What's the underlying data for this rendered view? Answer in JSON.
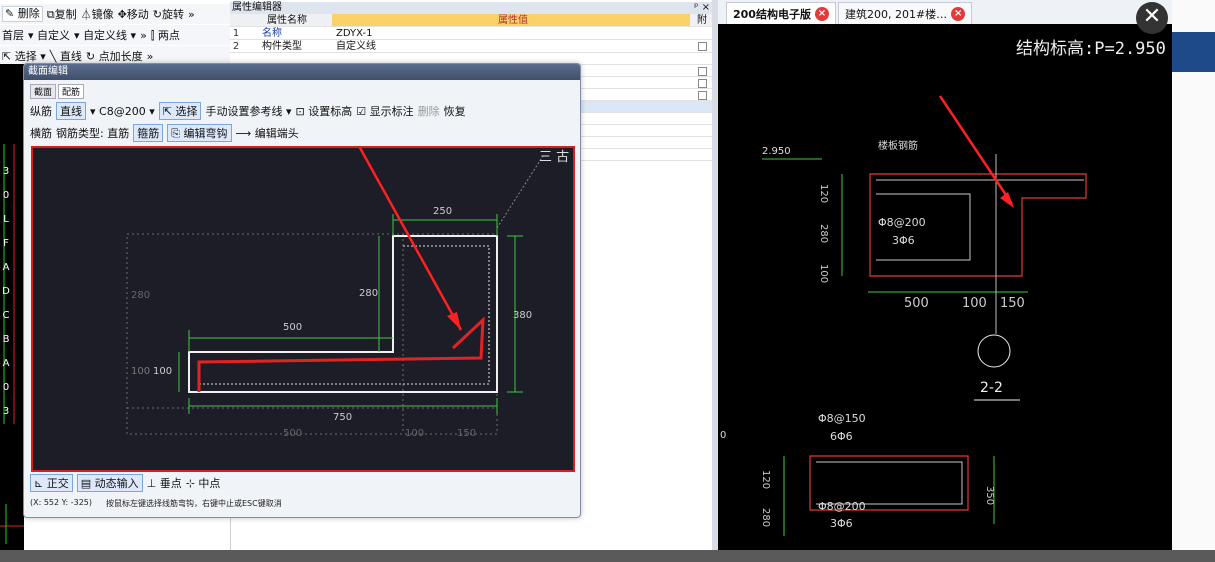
{
  "toolbar1": {
    "delete": "删除",
    "copy": "复制",
    "mirror": "镜像",
    "move": "移动",
    "rotate": "旋转",
    "more": "»"
  },
  "toolbar2": {
    "floor": "首层",
    "custom": "自定义",
    "custom_line": "自定义线",
    "more": "»",
    "two_points": "两点"
  },
  "toolbar3": {
    "select": "选择",
    "line": "直线",
    "point_length": "点加长度",
    "more": "»"
  },
  "prop_editor": {
    "title": "属性编辑器",
    "pin": "ᵖ ×",
    "headers": {
      "name": "属性名称",
      "value": "属性值",
      "extra": "附"
    },
    "rows": [
      {
        "num": "1",
        "name": "名称",
        "value": "ZDYX-1"
      },
      {
        "num": "2",
        "name": "构件类型",
        "value": "自定义线"
      }
    ]
  },
  "dialog": {
    "title": "截面编辑",
    "tabs": [
      "截面",
      "配筋"
    ],
    "row1": {
      "label": "纵筋",
      "line": "直线",
      "spec": "C8@200",
      "select": "选择",
      "ref": "手动设置参考线",
      "set_elev": "设置标高",
      "show_dim": "显示标注",
      "delete": "删除",
      "restore": "恢复"
    },
    "row2": {
      "label": "横筋",
      "type_label": "钢筋类型: 直筋",
      "stirrup": "箍筋",
      "edit_hook": "编辑弯钩",
      "edit_end": "编辑端头"
    },
    "status_buttons": {
      "ortho": "正交",
      "dynamic": "动态输入",
      "perp": "垂点",
      "mid": "中点"
    },
    "coords": "(X: 552 Y: -325)",
    "hint": "按鼠标左键选择线筋弯钩，右键中止或ESC键取消",
    "canvas": {
      "corner_label": "三 古",
      "dims": {
        "top": "250",
        "right": "380",
        "mid_v": "280",
        "mid_h": "500",
        "left": "100",
        "left_inner": "100",
        "bottom": "750",
        "ghost_left": "280",
        "b1": "500",
        "b2": "100",
        "b3": "150"
      }
    }
  },
  "cad_tabs": [
    {
      "label": "200结构电子版"
    },
    {
      "label": "建筑200, 201#楼…"
    }
  ],
  "cad": {
    "title": "结构标高:P=2.950",
    "elev": "2.950",
    "slab": "楼板钢筋",
    "rebar1": "Φ8@200",
    "rebar2": "3Φ6",
    "dim_v": [
      "120",
      "280",
      "100"
    ],
    "dim_h": [
      "500",
      "100",
      "150"
    ],
    "section": "2-2",
    "rebar3": "Φ8@150",
    "rebar4": "6Φ6",
    "dim_v2": [
      "120",
      "280",
      "350"
    ],
    "rebar5": "Φ8@200",
    "rebar6": "3Φ6",
    "left_mark": "0"
  },
  "left_axis": [
    "3",
    "0",
    "L",
    "F",
    "A",
    "D",
    "C",
    "B",
    "A",
    "0",
    "3"
  ],
  "colors": {
    "accent": "#d62020",
    "arrow": "#ff2020"
  }
}
